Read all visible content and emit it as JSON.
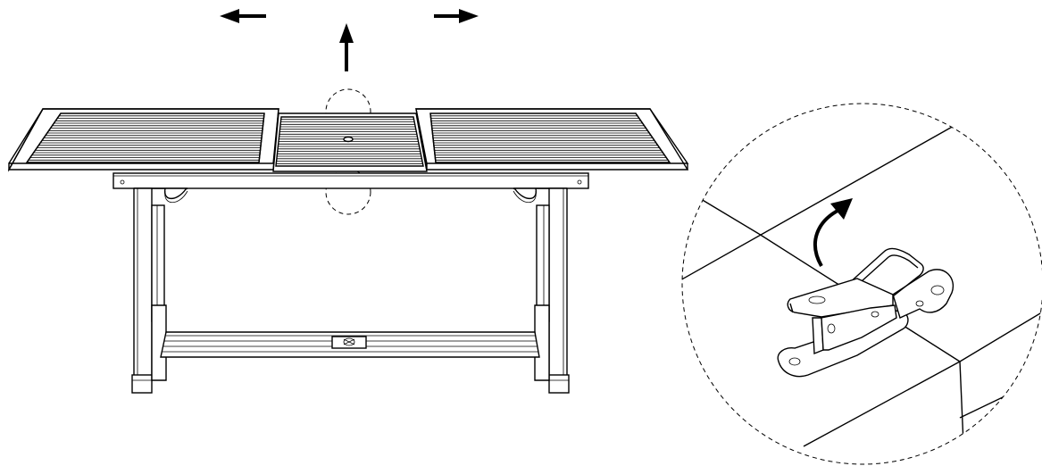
{
  "figure": {
    "kind": "assembly-instruction",
    "colors": {
      "line": "#000000",
      "background": "#ffffff"
    },
    "icons": {
      "left_arrow": "arrow-left-icon",
      "up_arrow": "arrow-up-icon",
      "right_arrow": "arrow-right-icon",
      "rotate_arrow": "curved-arrow-icon"
    },
    "parts": {
      "table": "extendable-slatted-table",
      "detail": "latch-detail-callout"
    }
  }
}
